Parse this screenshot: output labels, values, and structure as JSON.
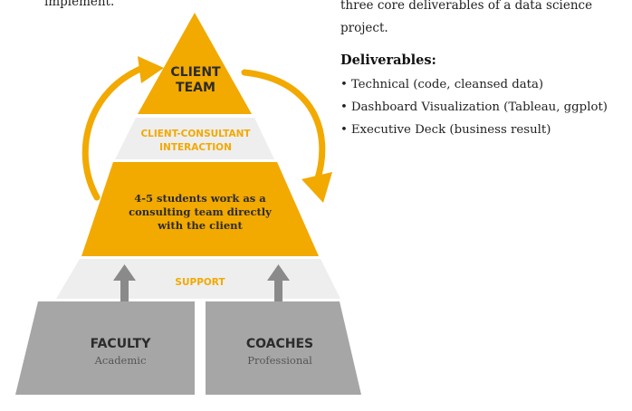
{
  "left_text": "implement.",
  "right": {
    "intro_lines": [
      "three core deliverables of a data science",
      "project."
    ],
    "deliverables_heading": "Deliverables:",
    "deliverables": [
      "Technical (code, cleansed data)",
      "Dashboard Visualization (Tableau, ggplot)",
      "Executive Deck (business result)"
    ]
  },
  "pyramid": {
    "top_line1": "CLIENT",
    "top_line2": "TEAM",
    "interaction_line1": "CLIENT-CONSULTANT",
    "interaction_line2": "INTERACTION",
    "middle_line1": "4-5 students work as a",
    "middle_line2": "consulting team directly",
    "middle_line3": "with the client",
    "support_label": "SUPPORT",
    "faculty_title": "FACULTY",
    "faculty_sub": "Academic",
    "coaches_title": "COACHES",
    "coaches_sub": "Professional"
  },
  "colors": {
    "orange": "#f2a900",
    "light_gray": "#eeeeee",
    "gray": "#a6a6a6",
    "dark_text": "#2b2b2b",
    "arrow_gray": "#8a8a8a"
  }
}
